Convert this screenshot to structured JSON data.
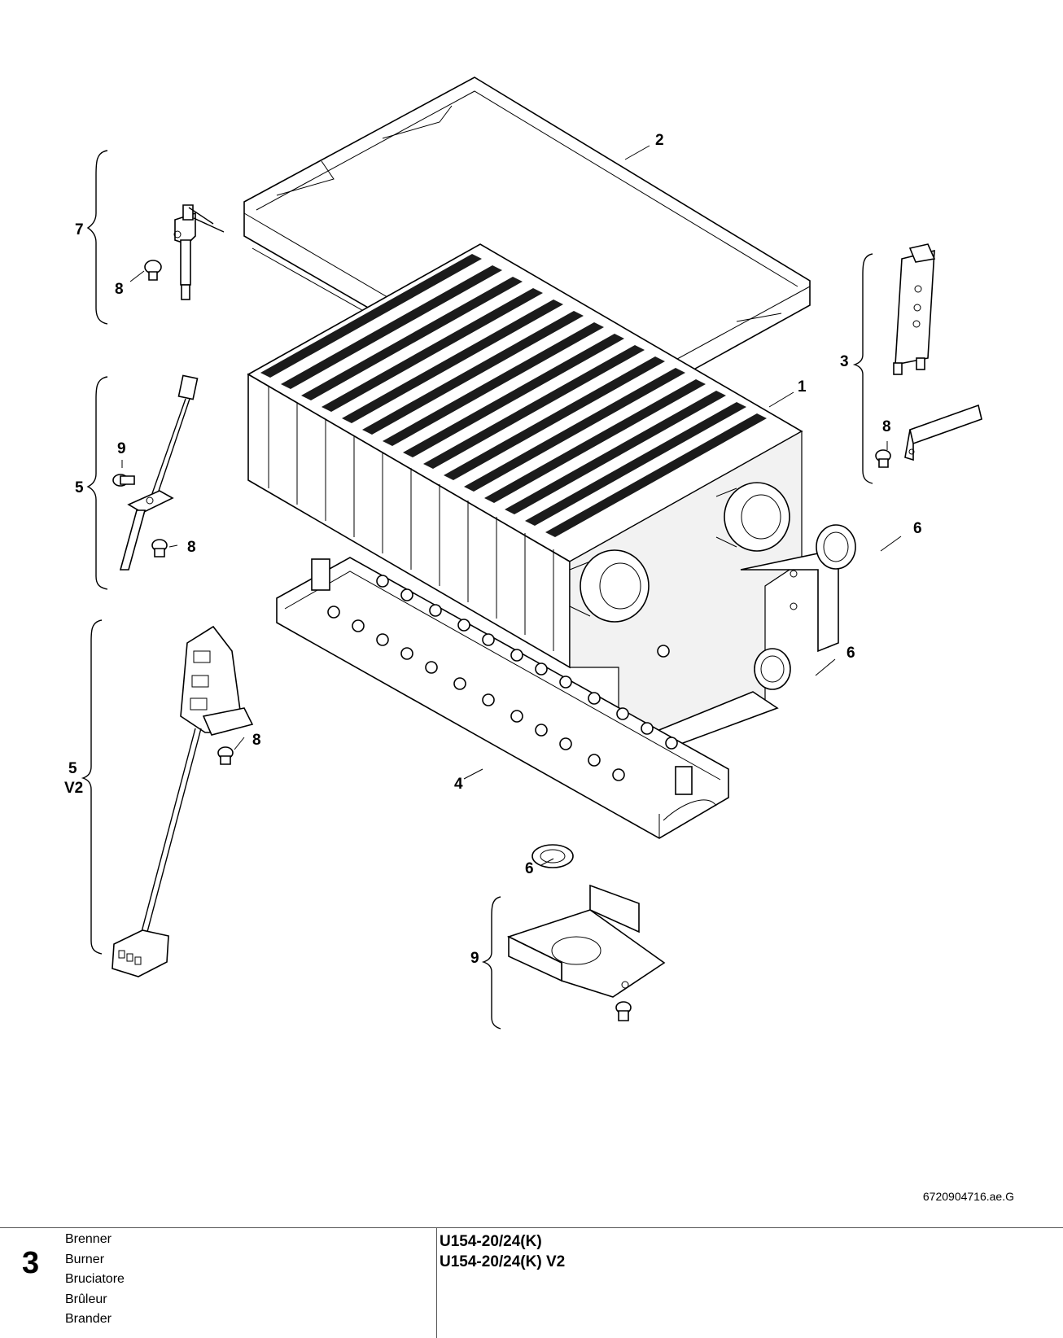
{
  "diagram": {
    "callouts": {
      "c1": "1",
      "c2": "2",
      "c3": "3",
      "c4": "4",
      "c5a": "5",
      "c5b": "5",
      "c5b_variant": "V2",
      "c6a": "6",
      "c6b": "6",
      "c6c": "6",
      "c7": "7",
      "c8a": "8",
      "c8b": "8",
      "c8c": "8",
      "c8d": "8",
      "c9a": "9",
      "c9b": "9"
    },
    "drawing_code": "6720904716.ae.G"
  },
  "footer": {
    "section_number": "3",
    "titles": [
      "Brenner",
      "Burner",
      "Bruciatore",
      "Brûleur",
      "Brander"
    ],
    "models": [
      "U154-20/24(K)",
      "U154-20/24(K) V2"
    ]
  }
}
